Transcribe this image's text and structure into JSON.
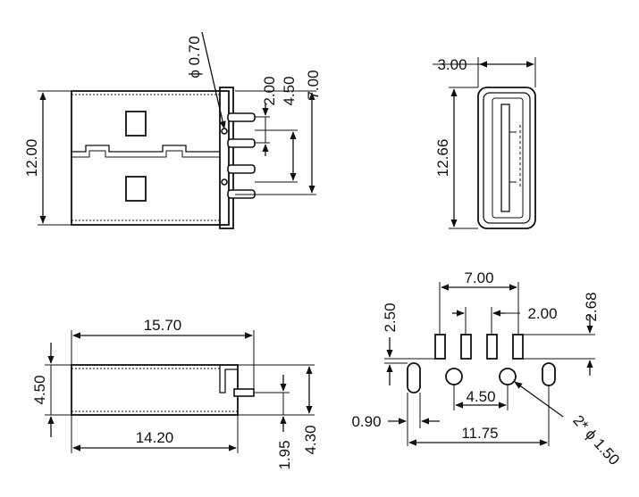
{
  "diagram": {
    "views": {
      "front": {
        "dims": {
          "height": "12.00",
          "pin_diameter": "ϕ 0.70",
          "pitch": "2.00",
          "span_inner": "4.50",
          "span_outer": "7.00"
        }
      },
      "side": {
        "dims": {
          "thickness": "3.00",
          "height": "12.66"
        }
      },
      "bottom": {
        "dims": {
          "overall_length": "15.70",
          "body_length": "14.20",
          "height": "4.50",
          "pin_offset": "1.95",
          "pin_length": "4.30"
        }
      },
      "footprint": {
        "dims": {
          "pad_span": "7.00",
          "pad_pitch": "2.00",
          "pad_length": "2.68",
          "row_offset": "2.50",
          "hole_spacing": "4.50",
          "slot_width": "0.90",
          "slot_span": "11.75",
          "hole_diameter": "2* ϕ 1.50"
        }
      }
    }
  }
}
